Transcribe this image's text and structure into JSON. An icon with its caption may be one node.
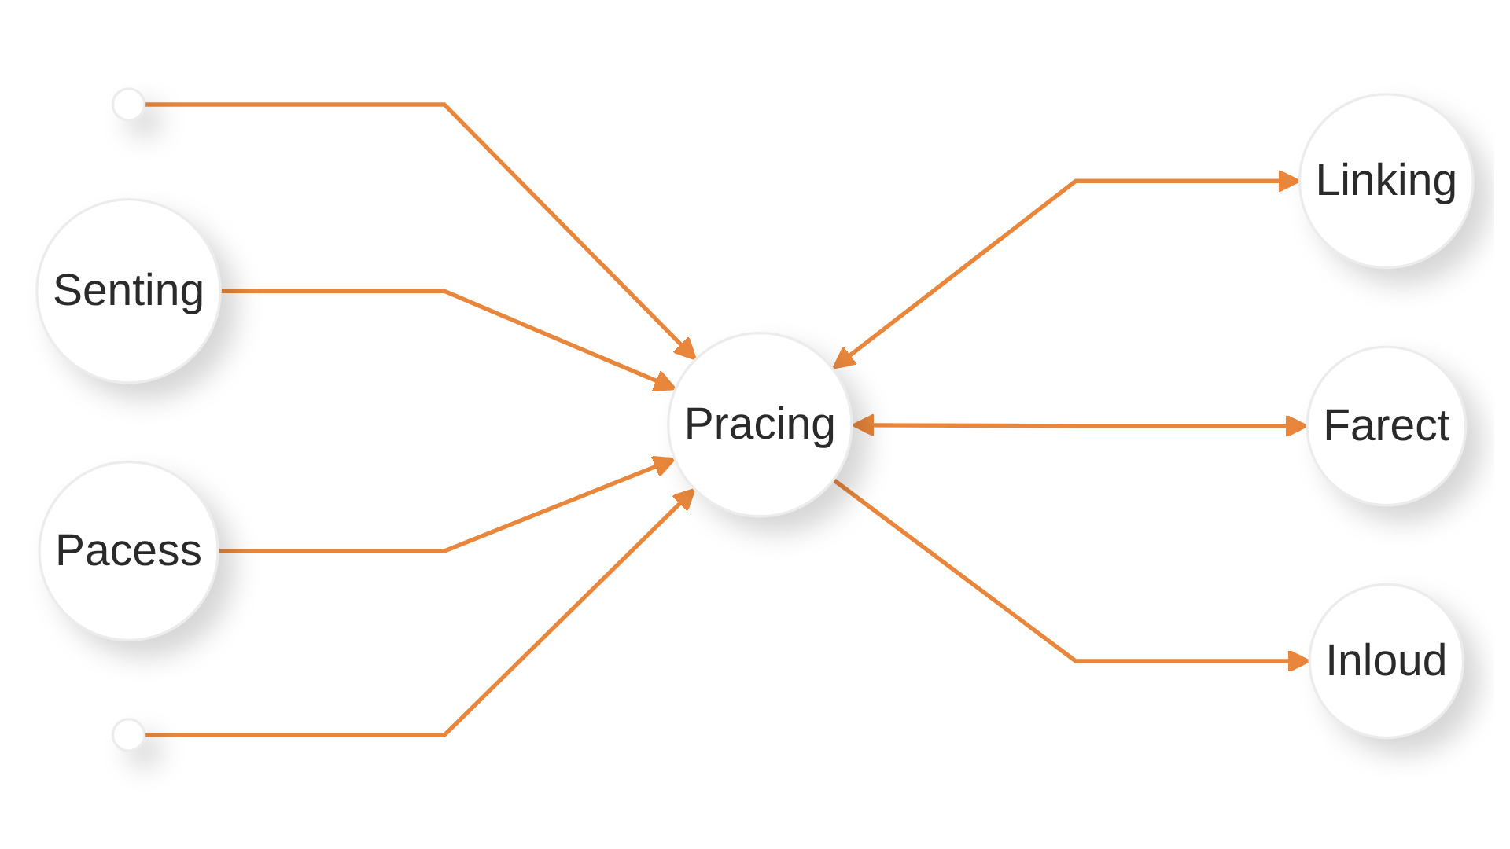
{
  "diagram": {
    "nodes": [
      {
        "text": [],
        "shape": "circle"
      },
      {
        "text": [
          "Senting"
        ]
      },
      {
        "text": [
          "Linking"
        ]
      },
      {
        "text": [
          "Pracing"
        ]
      },
      {
        "text": [
          "Farect"
        ]
      },
      {
        "text": [
          "Pacess"
        ]
      },
      {
        "text": [],
        "shape": "circle"
      },
      {
        "text": [
          "Inloud"
        ]
      }
    ],
    "edges": [
      {
        "from": 0,
        "to": 3,
        "arrow": "to"
      },
      {
        "from": 1,
        "to": 3,
        "arrow": "to"
      },
      {
        "from": 3,
        "to": 2,
        "arrow": "both"
      },
      {
        "from": 3,
        "to": 4,
        "arrow": "both"
      },
      {
        "from": 5,
        "to": 3,
        "arrow": "to"
      },
      {
        "from": 6,
        "to": 3,
        "arrow": "to"
      },
      {
        "from": 3,
        "to": 7,
        "arrow": "to"
      }
    ]
  }
}
